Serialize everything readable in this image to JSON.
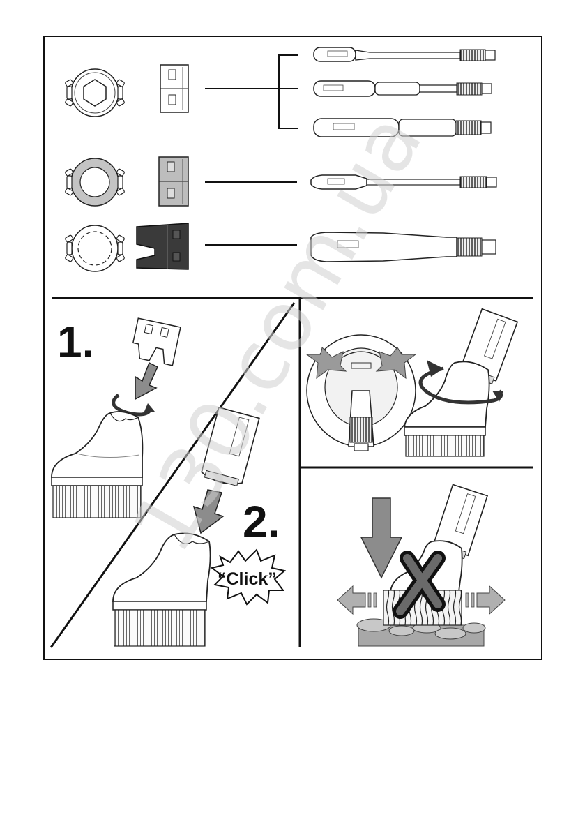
{
  "instructions": {
    "step1_label": "1.",
    "step2_label": "2.",
    "click_sound": "“Click”"
  },
  "watermark": {
    "text": "130.com.ua"
  },
  "colors": {
    "outline": "#111111",
    "arrow_gray": "#8c8c8c",
    "adapter_dark": "#3a3a3a",
    "adapter_gray": "#bdbdbd",
    "floor_gray": "#a8a8a8"
  }
}
